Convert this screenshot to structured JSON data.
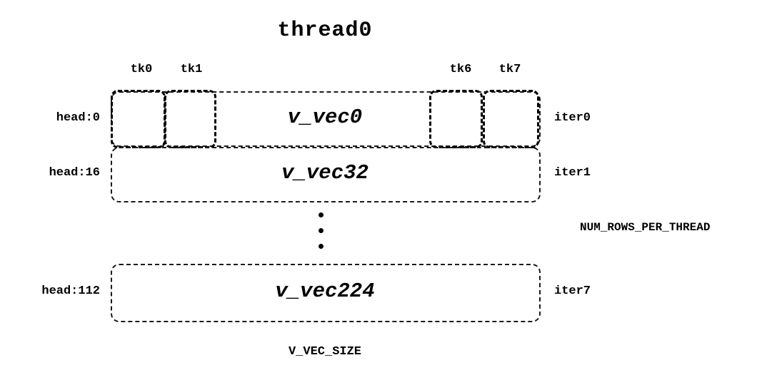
{
  "title": "thread0",
  "tk_labels": [
    "tk0",
    "tk1",
    "tk6",
    "tk7"
  ],
  "rows": [
    {
      "head": "head:0",
      "vec": "v_vec0",
      "iter": "iter0"
    },
    {
      "head": "head:16",
      "vec": "v_vec32",
      "iter": "iter1"
    },
    {
      "head": "head:112",
      "vec": "v_vec224",
      "iter": "iter7"
    }
  ],
  "annotations": {
    "num_rows": "NUM_ROWS_PER_THREAD",
    "v_vec_size": "V_VEC_SIZE"
  }
}
